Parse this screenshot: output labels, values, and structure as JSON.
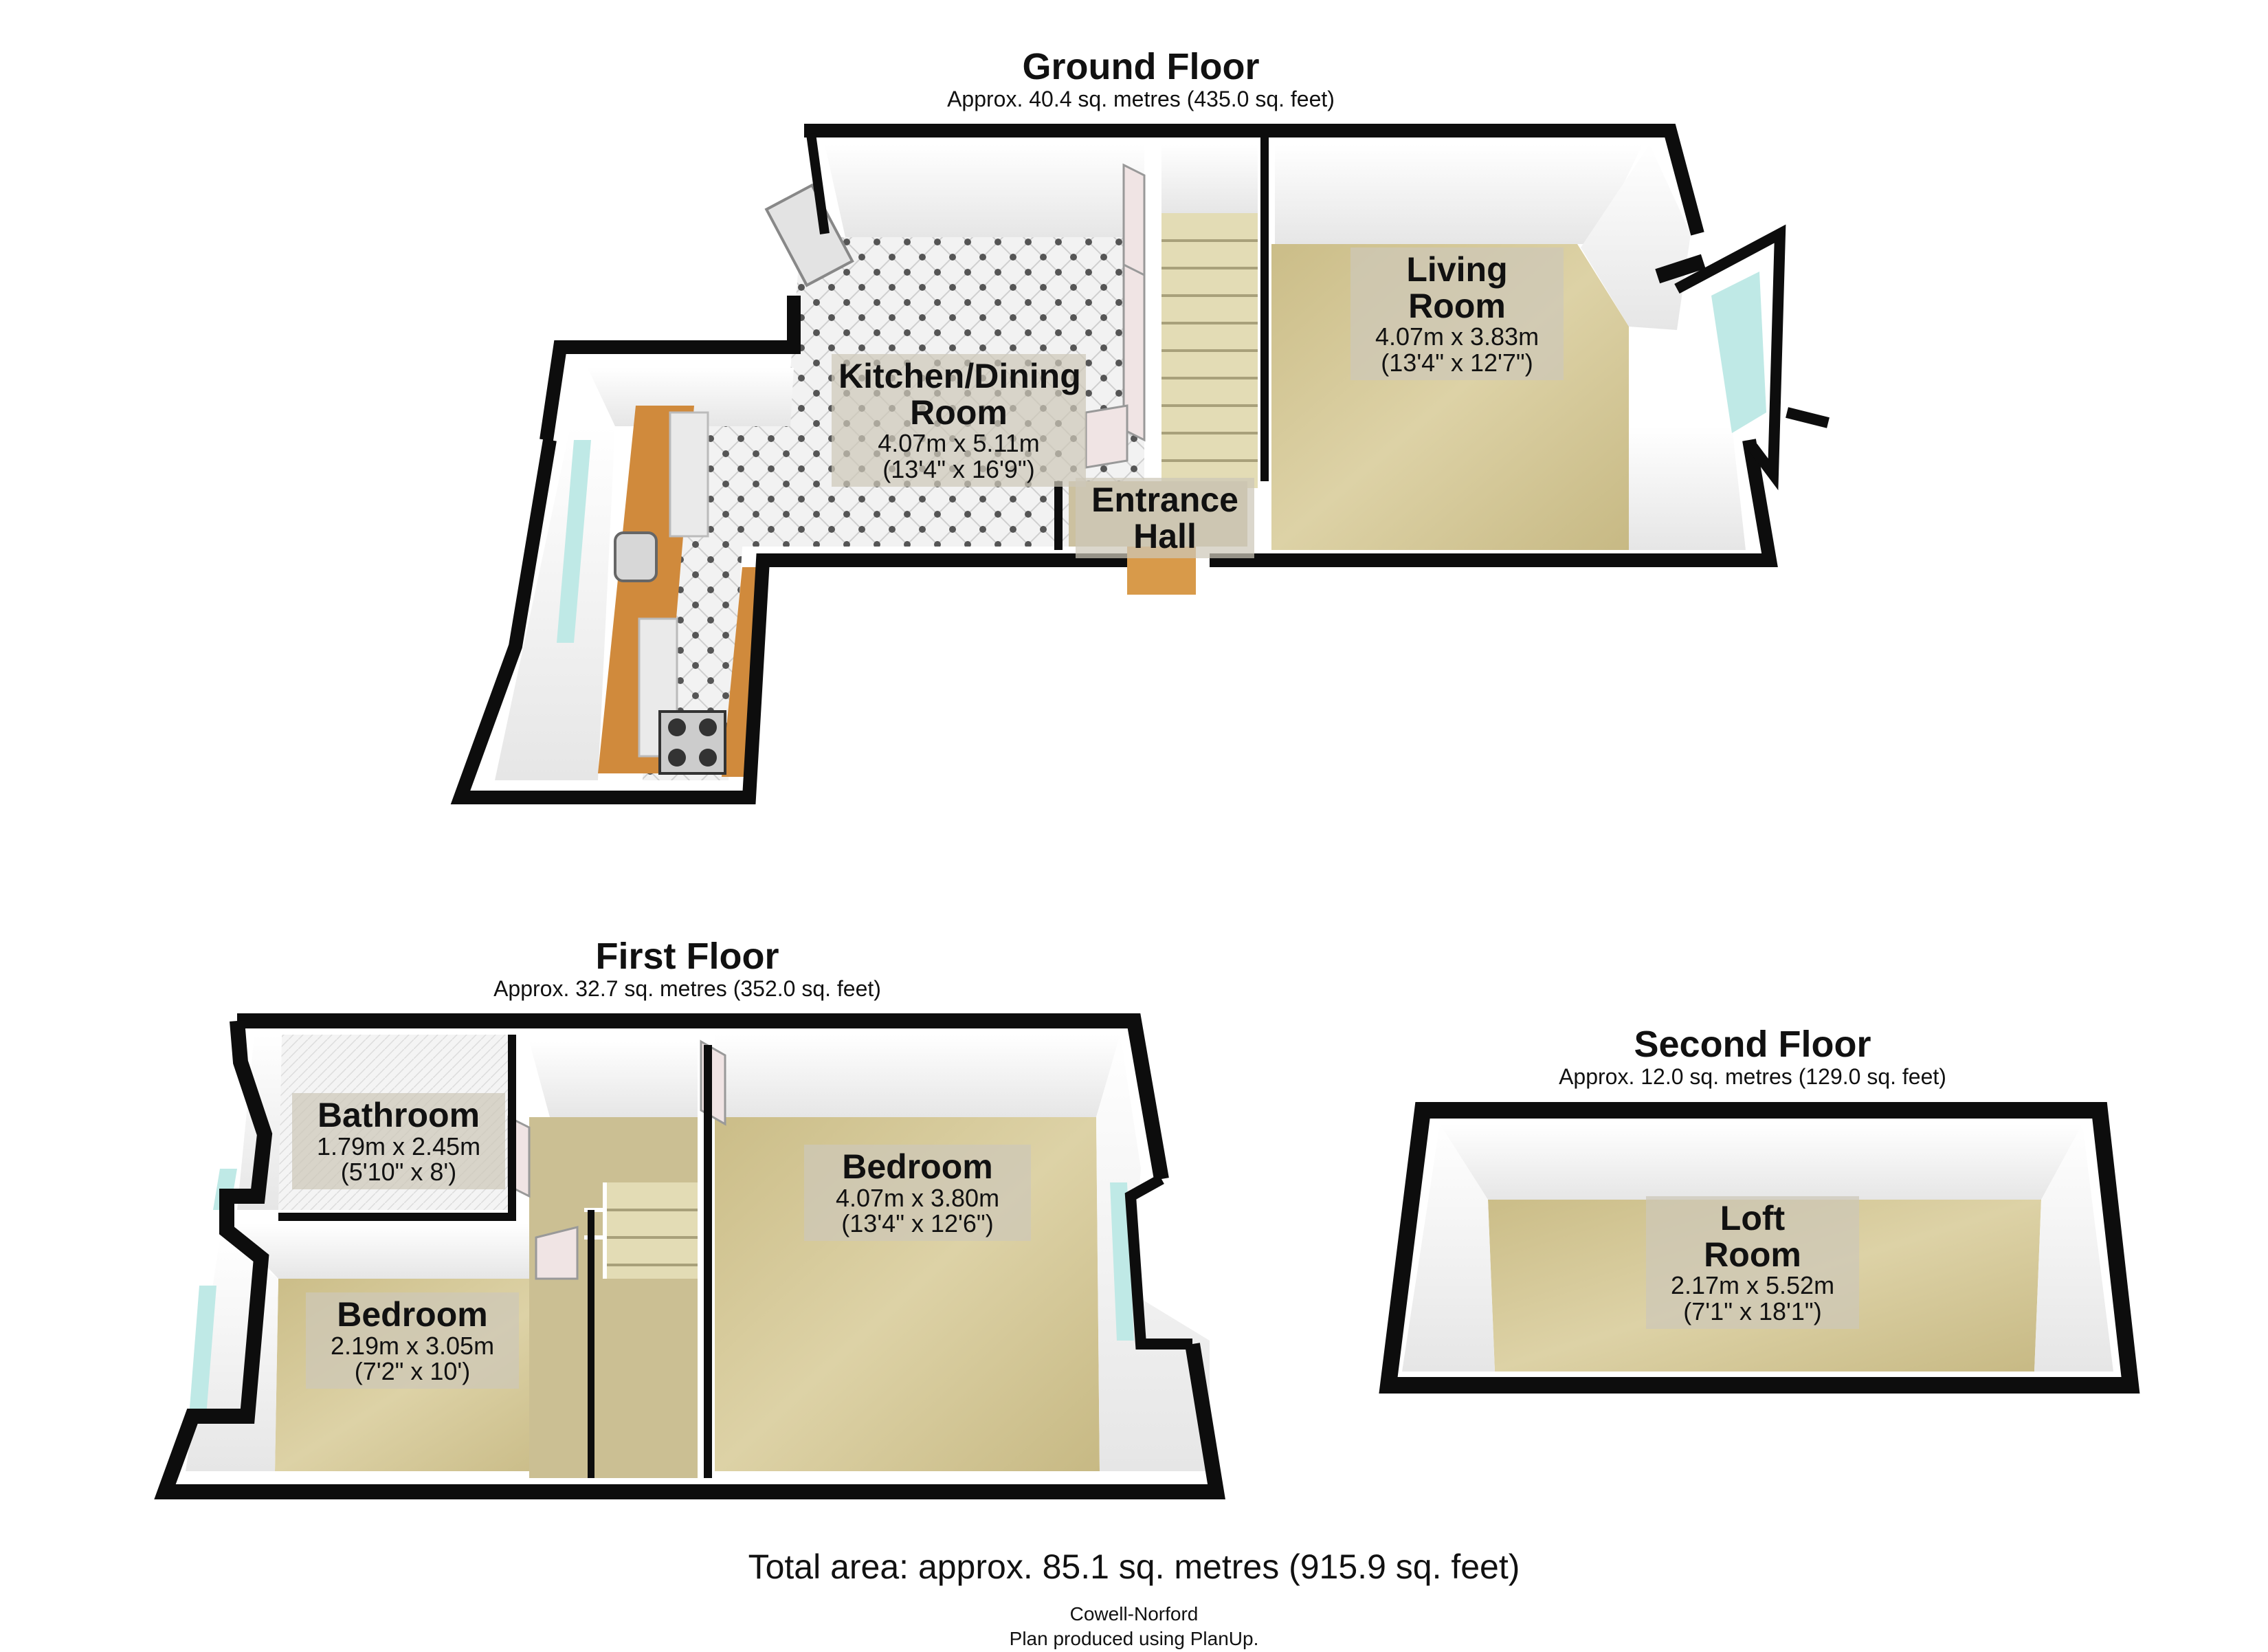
{
  "floors": {
    "ground": {
      "title": "Ground Floor",
      "area": "Approx. 40.4 sq. metres (435.0 sq. feet)",
      "rooms": {
        "kitchen": {
          "name": "Kitchen/Dining\nRoom",
          "metric": "4.07m x 5.11m",
          "imperial": "(13'4\" x 16'9\")"
        },
        "entrance": {
          "name": "Entrance\nHall"
        },
        "living": {
          "name": "Living\nRoom",
          "metric": "4.07m x 3.83m",
          "imperial": "(13'4\" x 12'7\")"
        }
      }
    },
    "first": {
      "title": "First Floor",
      "area": "Approx. 32.7 sq. metres (352.0 sq. feet)",
      "rooms": {
        "bathroom": {
          "name": "Bathroom",
          "metric": "1.79m x 2.45m",
          "imperial": "(5'10\" x 8')"
        },
        "bedroom_small": {
          "name": "Bedroom",
          "metric": "2.19m x 3.05m",
          "imperial": "(7'2\" x 10')"
        },
        "bedroom_large": {
          "name": "Bedroom",
          "metric": "4.07m x 3.80m",
          "imperial": "(13'4\" x 12'6\")"
        }
      }
    },
    "second": {
      "title": "Second Floor",
      "area": "Approx. 12.0 sq. metres (129.0 sq. feet)",
      "rooms": {
        "loft": {
          "name": "Loft\nRoom",
          "metric": "2.17m x 5.52m",
          "imperial": "(7'1\" x 18'1\")"
        }
      }
    }
  },
  "total_area": "Total area: approx. 85.1 sq. metres (915.9 sq. feet)",
  "credit": {
    "agent": "Cowell-Norford",
    "software": "Plan produced using PlanUp."
  },
  "colors": {
    "wall": "#0d0d0d",
    "carpet": "#d9cda0",
    "tile": "#f2f2f2",
    "worktop": "#d08a3c",
    "stairs": "#e3dcb5",
    "glass": "#bfe9e6"
  }
}
